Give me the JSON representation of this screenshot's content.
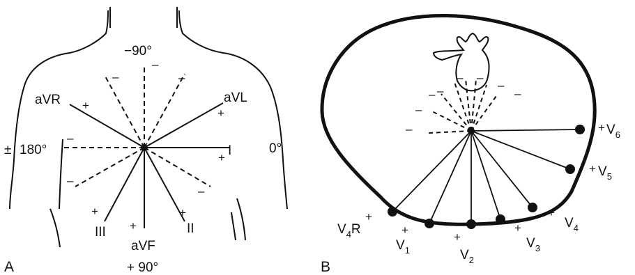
{
  "panel_a": {
    "letter": "A",
    "angle_top": "−90°",
    "angle_right": "0°",
    "angle_left_sign": "±",
    "angle_left": "180°",
    "angle_bottom": "+ 90°",
    "leads": {
      "avr": "aVR",
      "avl": "aVL",
      "i": "I",
      "ii": "II",
      "iii": "III",
      "avf": "aVF"
    },
    "plus": "+",
    "minus": "–"
  },
  "panel_b": {
    "letter": "B",
    "leads": {
      "v4r": "V",
      "v4r_sub": "4",
      "v4r_suffix": "R",
      "v1": "V",
      "v1_sub": "1",
      "v2": "V",
      "v2_sub": "2",
      "v3": "V",
      "v3_sub": "3",
      "v4": "V",
      "v4_sub": "4",
      "v5": "V",
      "v5_sub": "5",
      "v6": "V",
      "v6_sub": "6"
    },
    "plus": "+",
    "minus": "–"
  },
  "colors": {
    "ink": "#111111",
    "background": "#ffffff"
  }
}
